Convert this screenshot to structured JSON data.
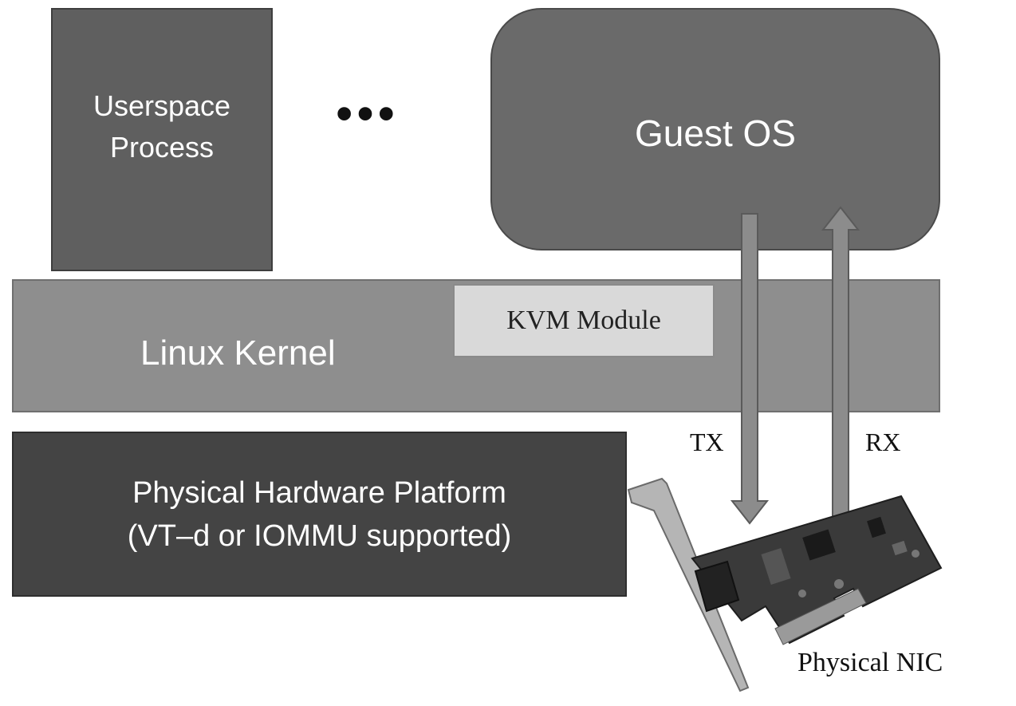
{
  "userspace": {
    "line1": "Userspace",
    "line2": "Process"
  },
  "ellipsis": "•••",
  "guest_os": {
    "label": "Guest OS"
  },
  "kernel": {
    "label": "Linux Kernel"
  },
  "kvm": {
    "label": "KVM Module"
  },
  "hardware": {
    "line1": "Physical Hardware Platform",
    "line2": "(VT–d or IOMMU supported)"
  },
  "arrows": {
    "tx": "TX",
    "rx": "RX"
  },
  "nic": {
    "label": "Physical NIC"
  }
}
